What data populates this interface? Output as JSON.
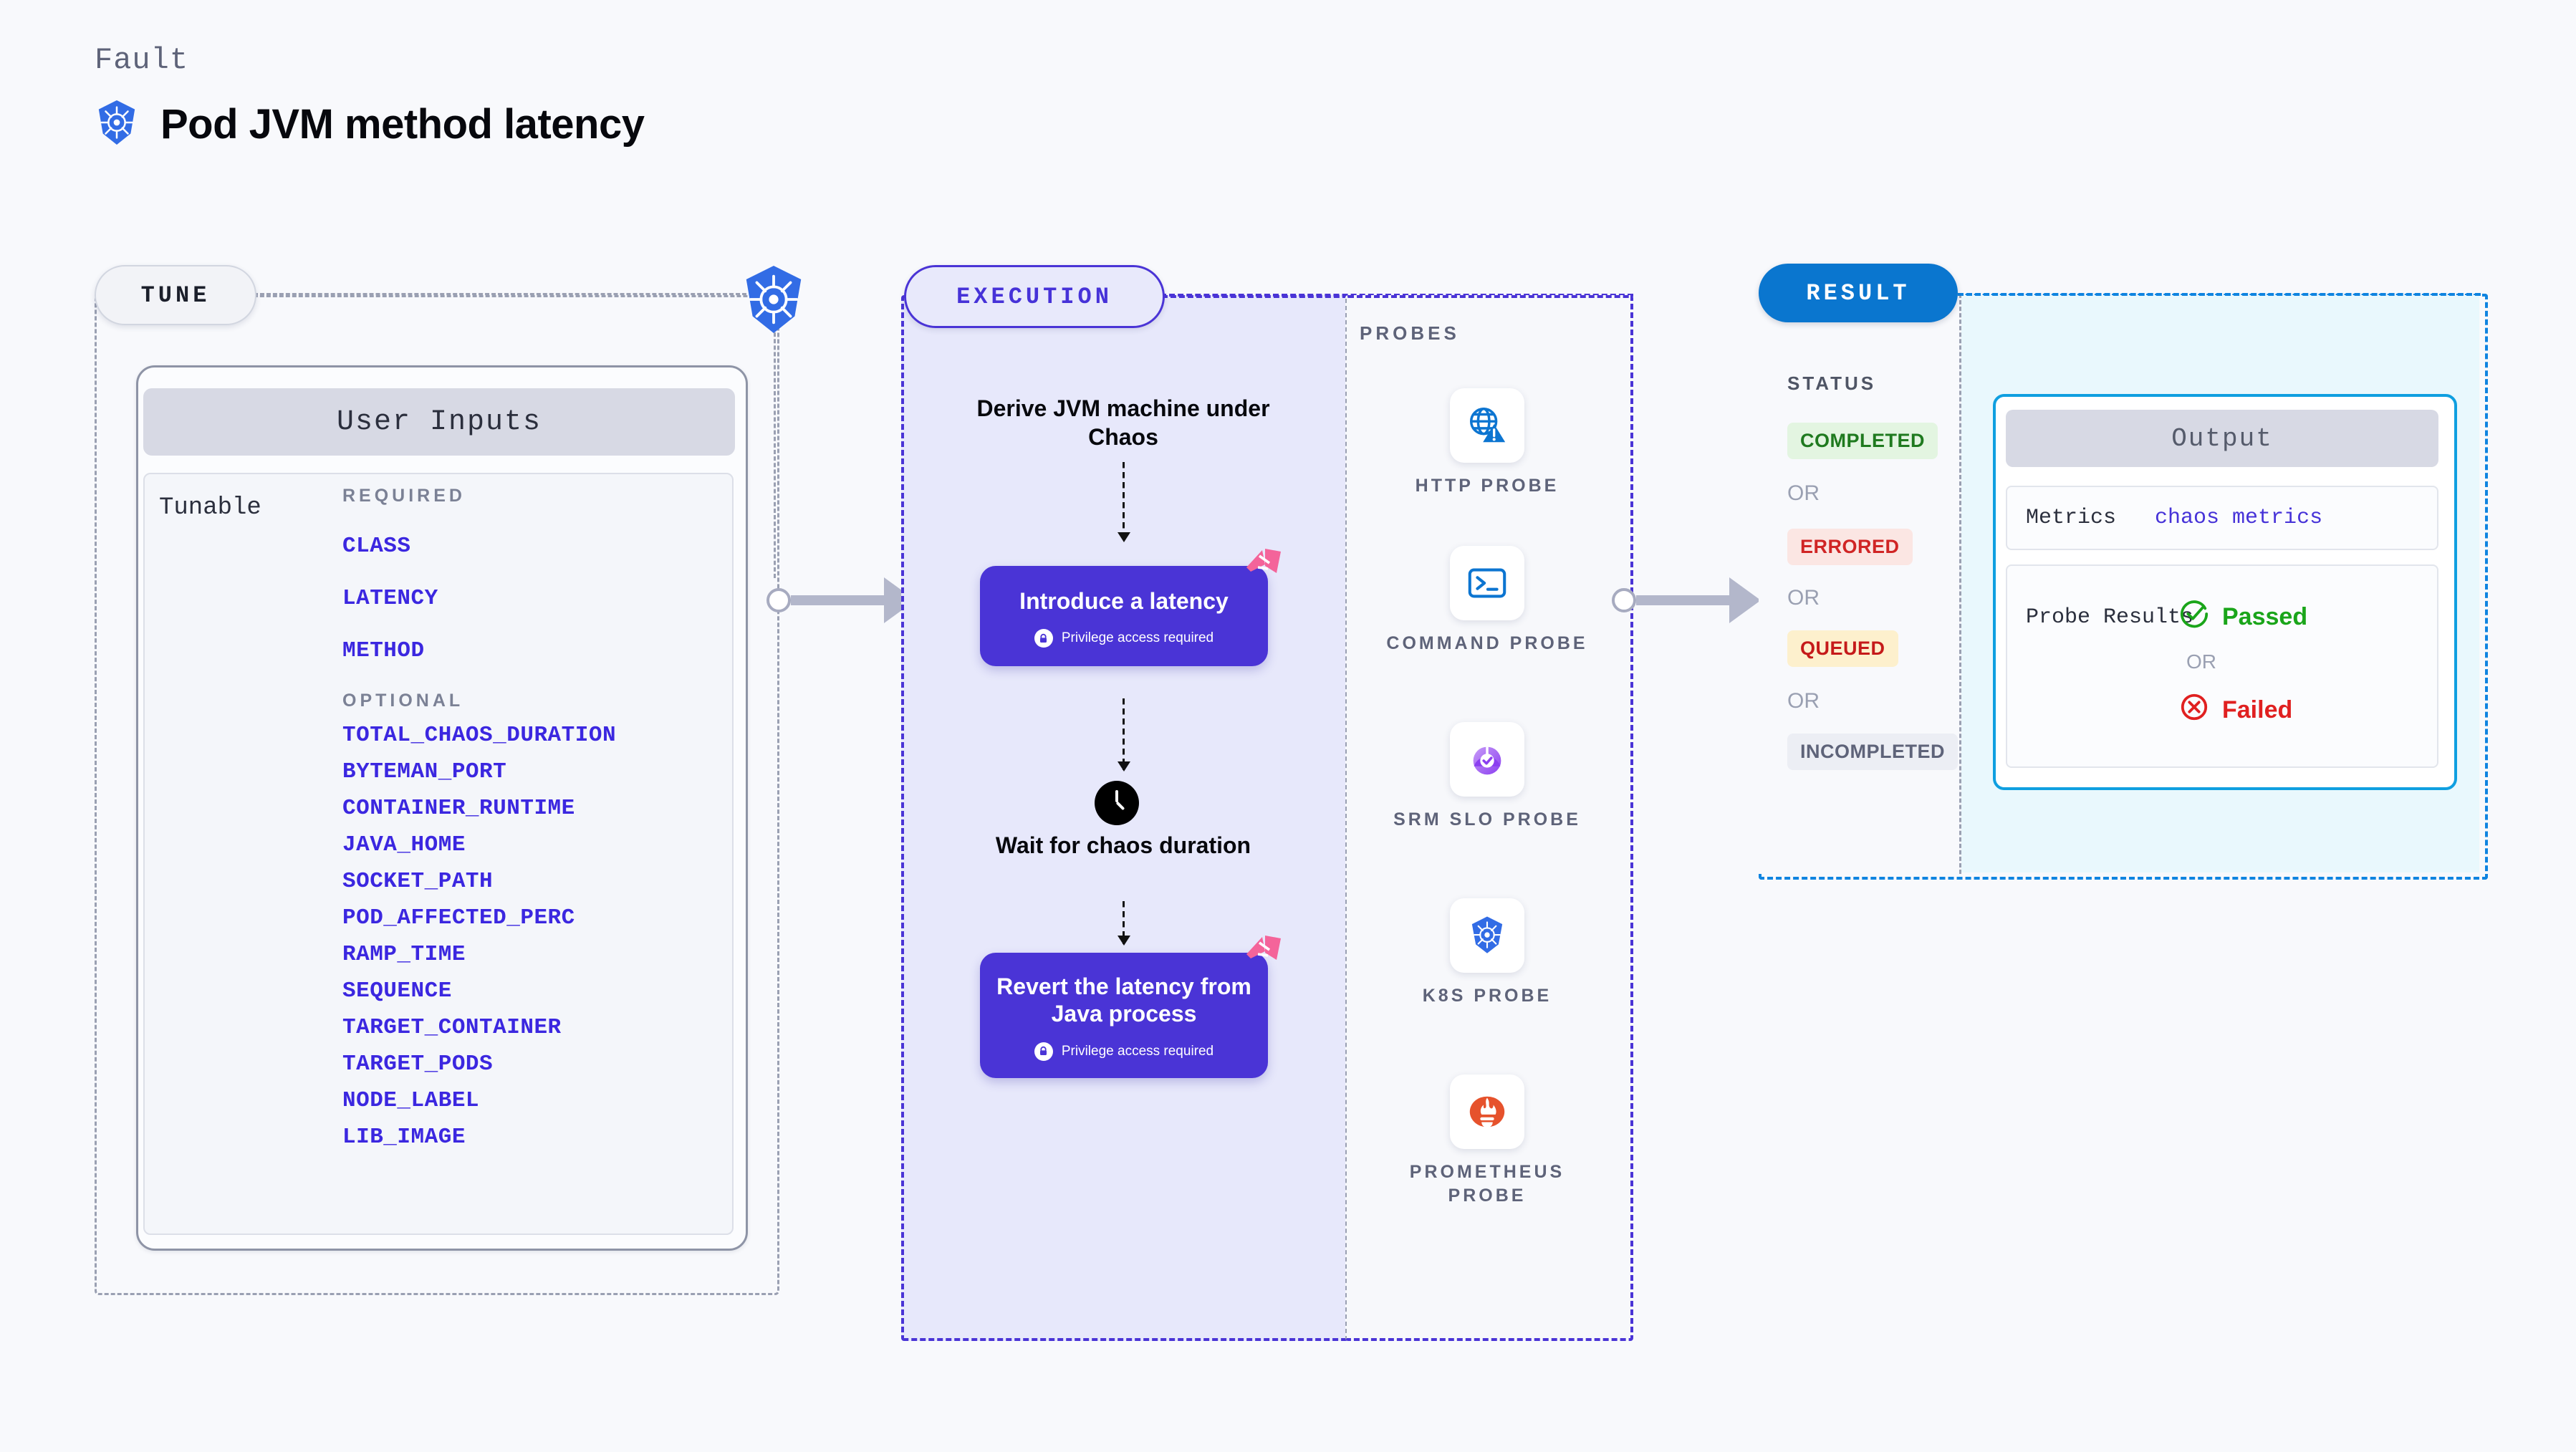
{
  "header": {
    "eyebrow": "Fault",
    "title": "Pod JVM method latency",
    "logo_icon": "kubernetes-icon"
  },
  "tune": {
    "badge": "TUNE",
    "k8s_icon": "kubernetes-icon",
    "user_inputs_title": "User Inputs",
    "tunable_label": "Tunable",
    "required_heading": "REQUIRED",
    "optional_heading": "OPTIONAL",
    "required": [
      "CLASS",
      "LATENCY",
      "METHOD"
    ],
    "optional": [
      "TOTAL_CHAOS_DURATION",
      "BYTEMAN_PORT",
      "CONTAINER_RUNTIME",
      "JAVA_HOME",
      "SOCKET_PATH",
      "POD_AFFECTED_PERC",
      "RAMP_TIME",
      "SEQUENCE",
      "TARGET_CONTAINER",
      "TARGET_PODS",
      "NODE_LABEL",
      "LIB_IMAGE"
    ]
  },
  "execution": {
    "badge": "EXECUTION",
    "step_derive": "Derive JVM machine under Chaos",
    "card_introduce": {
      "title": "Introduce a latency",
      "privilege": "Privilege access required",
      "lock_icon": "lock-icon",
      "corner_icon": "harness-chaos-icon"
    },
    "wait_step": {
      "label": "Wait for chaos duration",
      "icon": "clock-icon"
    },
    "card_revert": {
      "title": "Revert the latency from Java process",
      "privilege": "Privilege access required",
      "lock_icon": "lock-icon",
      "corner_icon": "harness-chaos-icon"
    }
  },
  "probes": {
    "title": "PROBES",
    "items": [
      {
        "label": "HTTP PROBE",
        "icon": "globe-warning-icon",
        "color": "#0c75d1"
      },
      {
        "label": "COMMAND PROBE",
        "icon": "terminal-icon",
        "color": "#0c75d1"
      },
      {
        "label": "SRM SLO PROBE",
        "icon": "slo-gauge-icon",
        "color": "#8b3ff0"
      },
      {
        "label": "K8S PROBE",
        "icon": "kubernetes-icon",
        "color": "#326ce5"
      },
      {
        "label": "PROMETHEUS PROBE",
        "icon": "prometheus-flame-icon",
        "color": "#e6522c"
      }
    ]
  },
  "result": {
    "badge": "RESULT",
    "status_title": "STATUS",
    "or_label": "OR",
    "statuses": [
      {
        "label": "COMPLETED",
        "text_color": "#1f7a1f",
        "bg_color": "#e3f5e1"
      },
      {
        "label": "ERRORED",
        "text_color": "#d02525",
        "bg_color": "#fbe6e3"
      },
      {
        "label": "QUEUED",
        "text_color": "#c51a1a",
        "bg_color": "#fdf0cd"
      },
      {
        "label": "INCOMPLETED",
        "text_color": "#5e6379",
        "bg_color": "#eceef4"
      }
    ],
    "output": {
      "title": "Output",
      "metrics_label": "Metrics",
      "metrics_value": "chaos metrics",
      "probe_results_label": "Probe Results",
      "passed_label": "Passed",
      "failed_label": "Failed",
      "or_label": "OR",
      "passed_icon": "check-circle-icon",
      "failed_icon": "x-circle-icon"
    }
  }
}
